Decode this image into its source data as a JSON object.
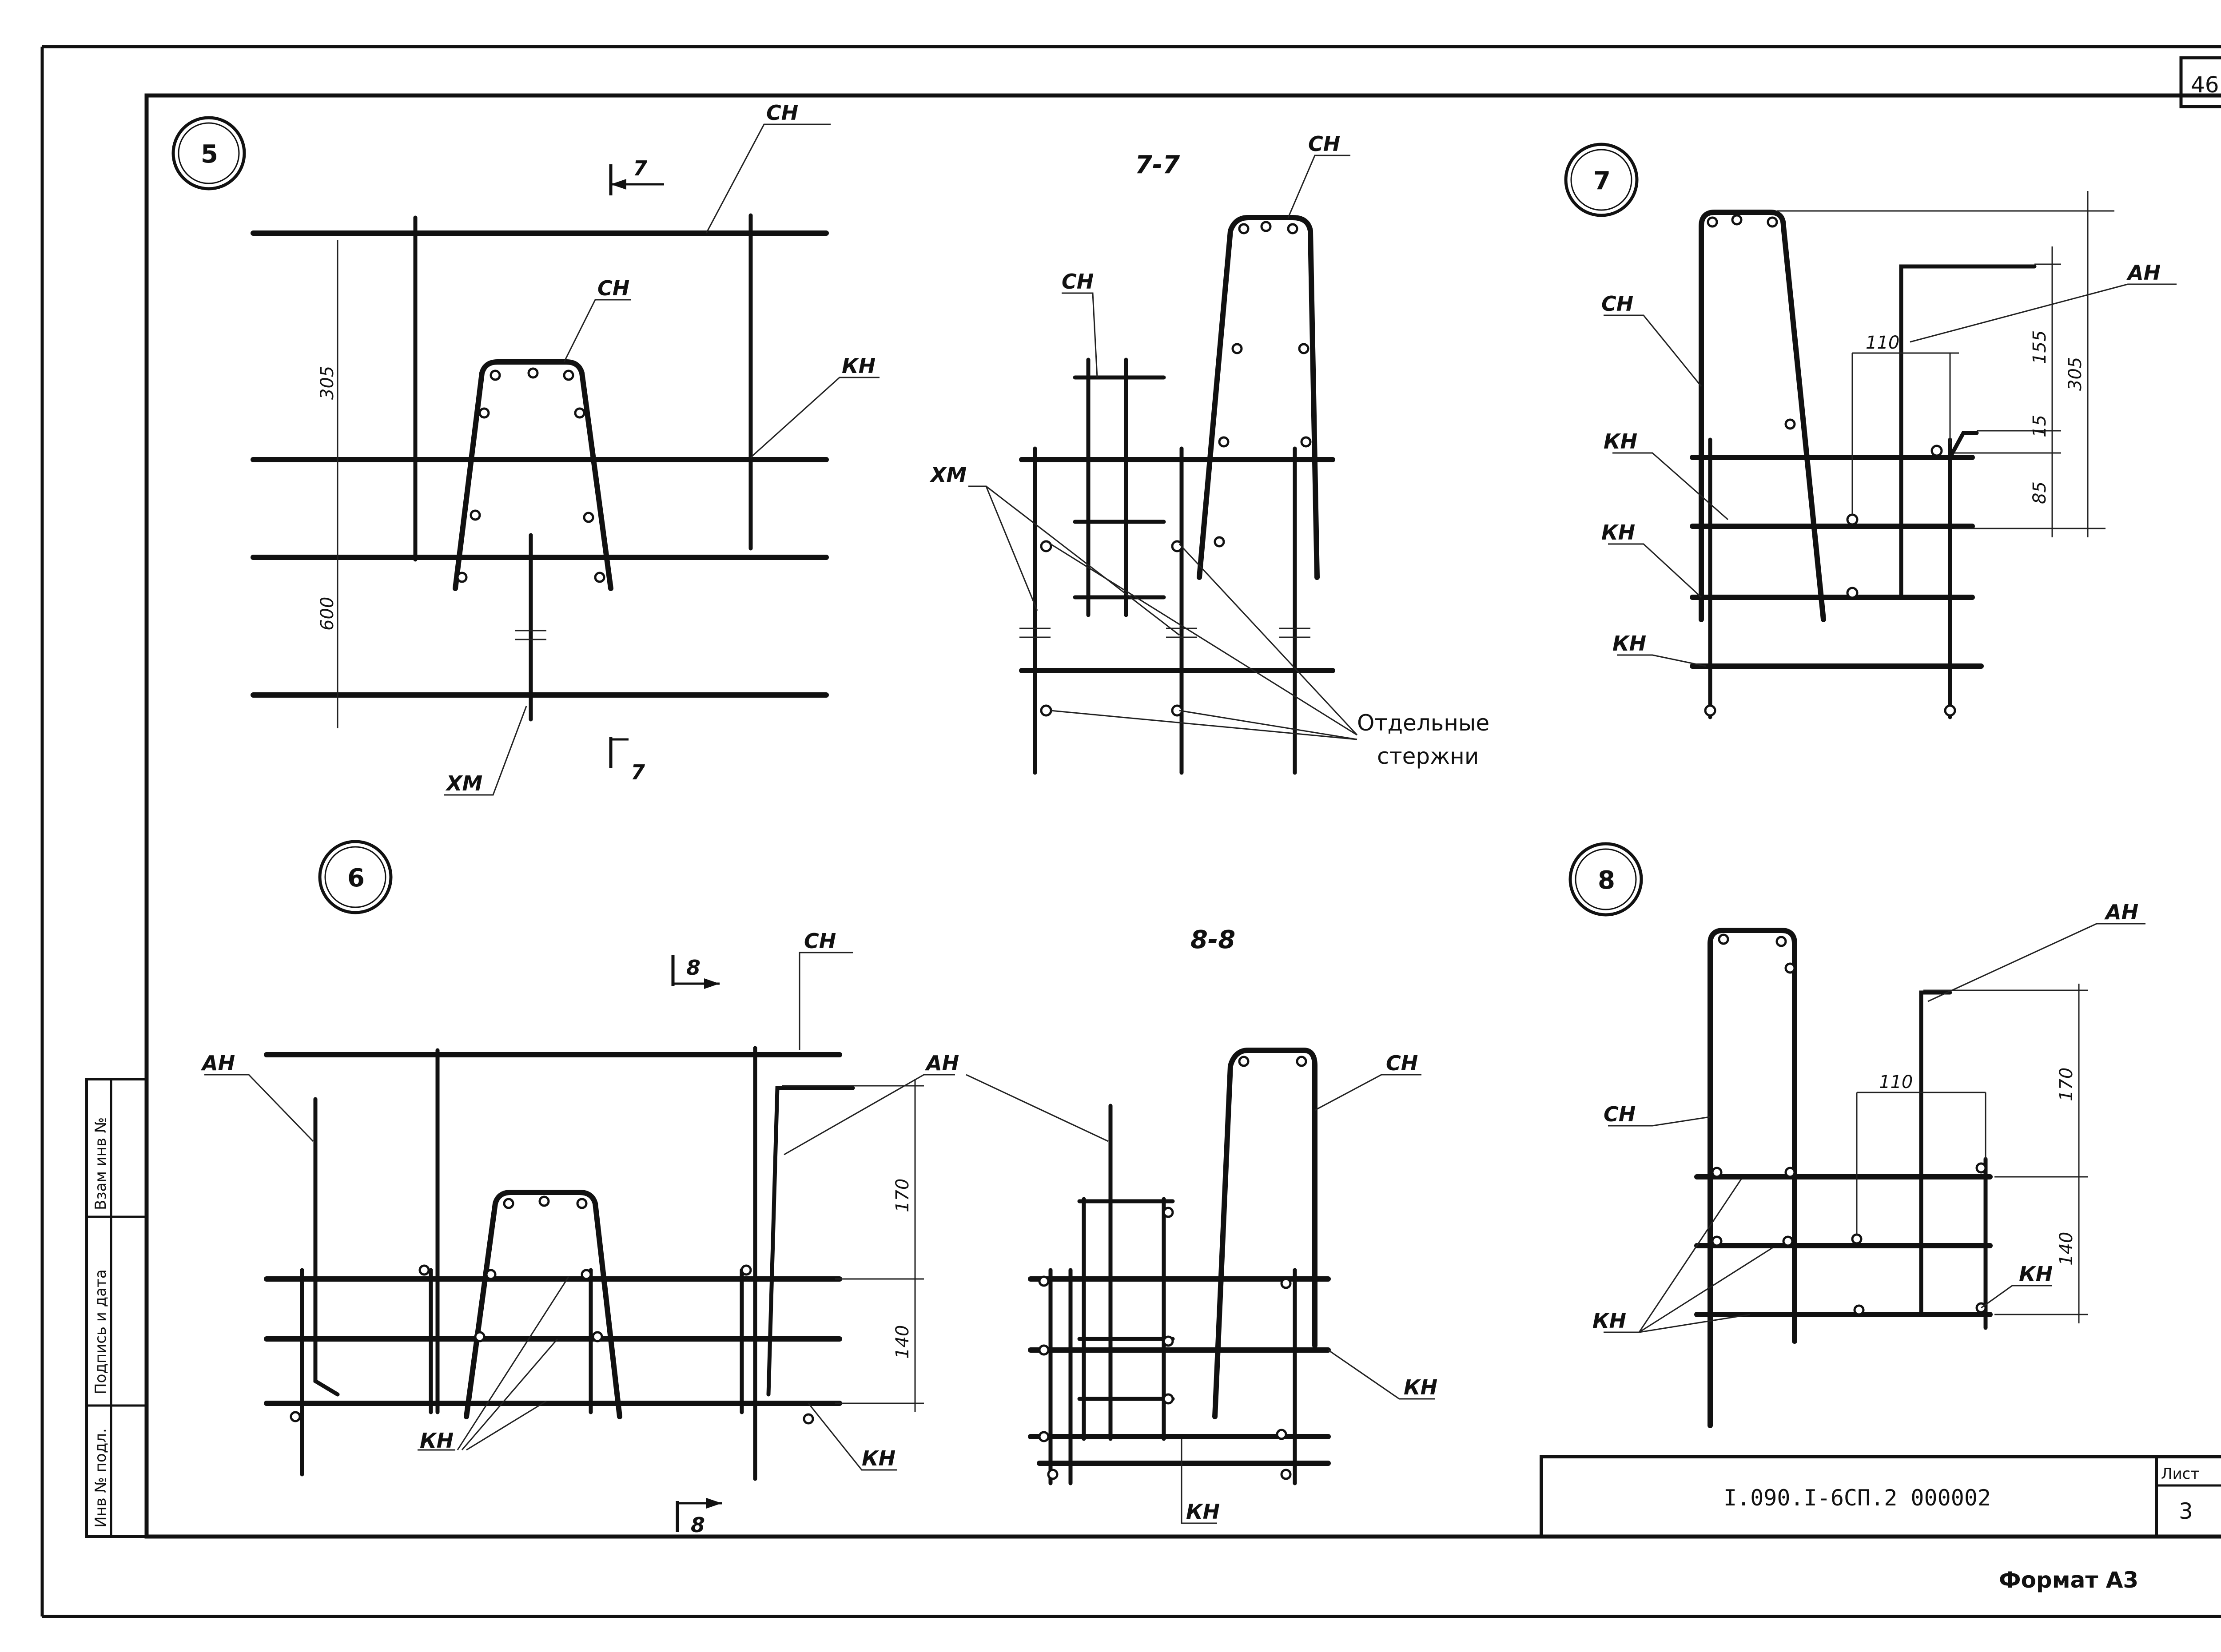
{
  "sheet": {
    "page_number": "46",
    "doc_code": "I.090.I-6СП.2  000002",
    "sheet_label": "Лист",
    "sheet_number": "3",
    "format": "Формат А3"
  },
  "side_stamp": {
    "inv_orig": "Инв № подл.",
    "sign_date": "Подпись и дата",
    "inv_dup": "Взам инв №"
  },
  "views": {
    "v5": {
      "marker": "5",
      "labels": {
        "ch": "СН",
        "ch2": "СН",
        "kn": "КН",
        "xm": "ХМ"
      },
      "dims": {
        "d305": "305",
        "d600": "600"
      },
      "cut_top": "7",
      "cut_bottom": "7"
    },
    "s77": {
      "title": "7-7",
      "labels": {
        "ch_top": "СН",
        "ch_small": "СН",
        "xm": "ХМ"
      },
      "note_line1": "Отдельные",
      "note_line2": "стержни"
    },
    "v7": {
      "marker": "7",
      "labels": {
        "ch": "СН",
        "an": "АН",
        "kn1": "КН",
        "kn2": "КН",
        "kn3": "КН"
      },
      "dims": {
        "d110": "110",
        "d155": "155",
        "d305": "305",
        "d15": "15",
        "d85": "85"
      }
    },
    "v6": {
      "marker": "6",
      "labels": {
        "ch": "СН",
        "an_left": "АН",
        "an_mid": "АН",
        "kn_left": "КН",
        "kn_right": "КН"
      },
      "dims": {
        "d170": "170",
        "d140": "140"
      },
      "cut_top": "8",
      "cut_bottom": "8"
    },
    "s88": {
      "title": "8-8",
      "labels": {
        "ch": "СН",
        "kn_right": "КН",
        "kn_bottom": "КН"
      }
    },
    "v8": {
      "marker": "8",
      "labels": {
        "an": "АН",
        "ch": "СН",
        "kn_left": "КН",
        "kn_right": "КН"
      },
      "dims": {
        "d110": "110",
        "d170": "170",
        "d140": "140"
      }
    }
  }
}
